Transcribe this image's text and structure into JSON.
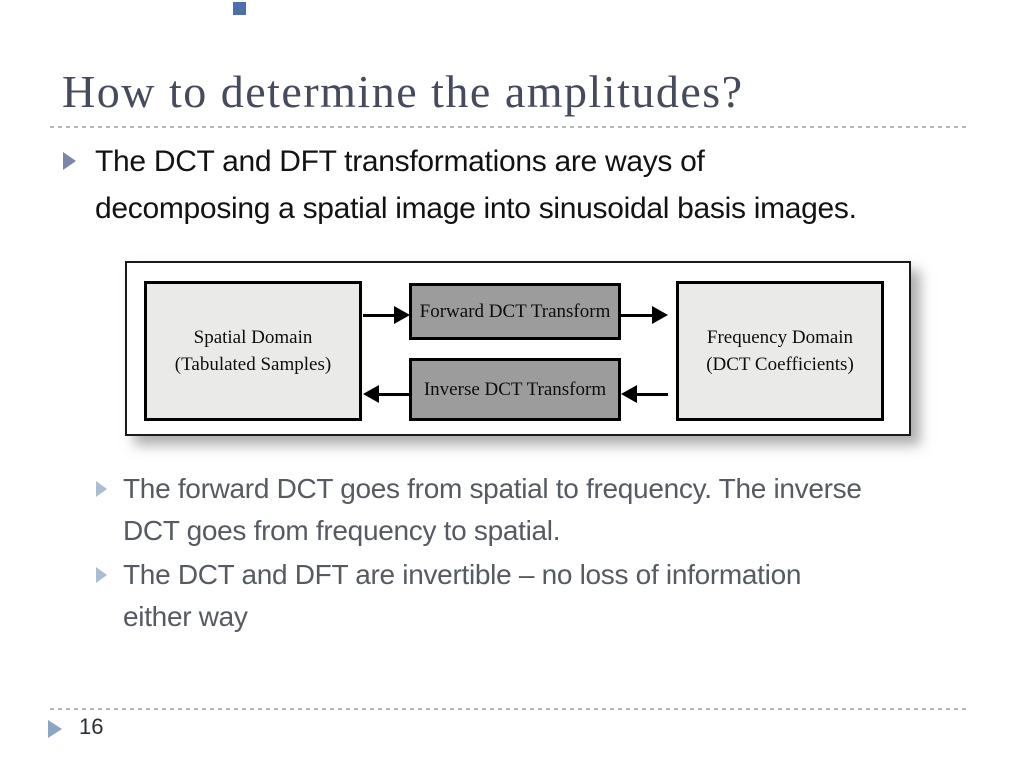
{
  "slide": {
    "title": "How to determine the amplitudes?",
    "page_number": "16"
  },
  "bullets": {
    "main": {
      "marker_icon": "right-triangle",
      "lines": [
        "The DCT and DFT transformations are ways of",
        "decomposing a spatial image into sinusoidal basis images."
      ]
    },
    "sub": [
      {
        "marker_icon": "right-triangle",
        "lines": [
          "The forward DCT goes from spatial to frequency. The inverse",
          "DCT goes from frequency to spatial."
        ]
      },
      {
        "marker_icon": "right-triangle",
        "lines": [
          "The DCT and DFT are invertible – no loss of information",
          "either way"
        ]
      }
    ]
  },
  "diagram": {
    "boxes": {
      "spatial": {
        "lines": [
          "Spatial Domain",
          "(Tabulated Samples)"
        ],
        "fill": "#eaebe9"
      },
      "forward": {
        "lines": [
          "Forward DCT Transform"
        ],
        "fill": "#9c9c9c"
      },
      "inverse": {
        "lines": [
          "Inverse DCT Transform"
        ],
        "fill": "#9c9c9c"
      },
      "frequency": {
        "lines": [
          "Frequency Domain",
          "(DCT Coefficients)"
        ],
        "fill": "#eaebe9"
      }
    },
    "arrows": [
      {
        "from": "spatial",
        "to": "forward",
        "direction": "right"
      },
      {
        "from": "forward",
        "to": "frequency",
        "direction": "right"
      },
      {
        "from": "frequency",
        "to": "inverse",
        "direction": "left"
      },
      {
        "from": "inverse",
        "to": "spatial",
        "direction": "left"
      }
    ]
  },
  "colors": {
    "title_text": "#454b5c",
    "divider_dash": "#b4b7bb",
    "bullet_marker_l1": "#7c86a9",
    "bullet_marker_l2": "#aabdd3",
    "body_text_l1": "#121212",
    "body_text_l2": "#565b63",
    "diagram_light_fill": "#eaebe9",
    "diagram_dark_fill": "#9c9c9c",
    "diagram_border": "#000000",
    "page_triangle": "#8ba6c3",
    "decor_square": "#4c70ab"
  }
}
